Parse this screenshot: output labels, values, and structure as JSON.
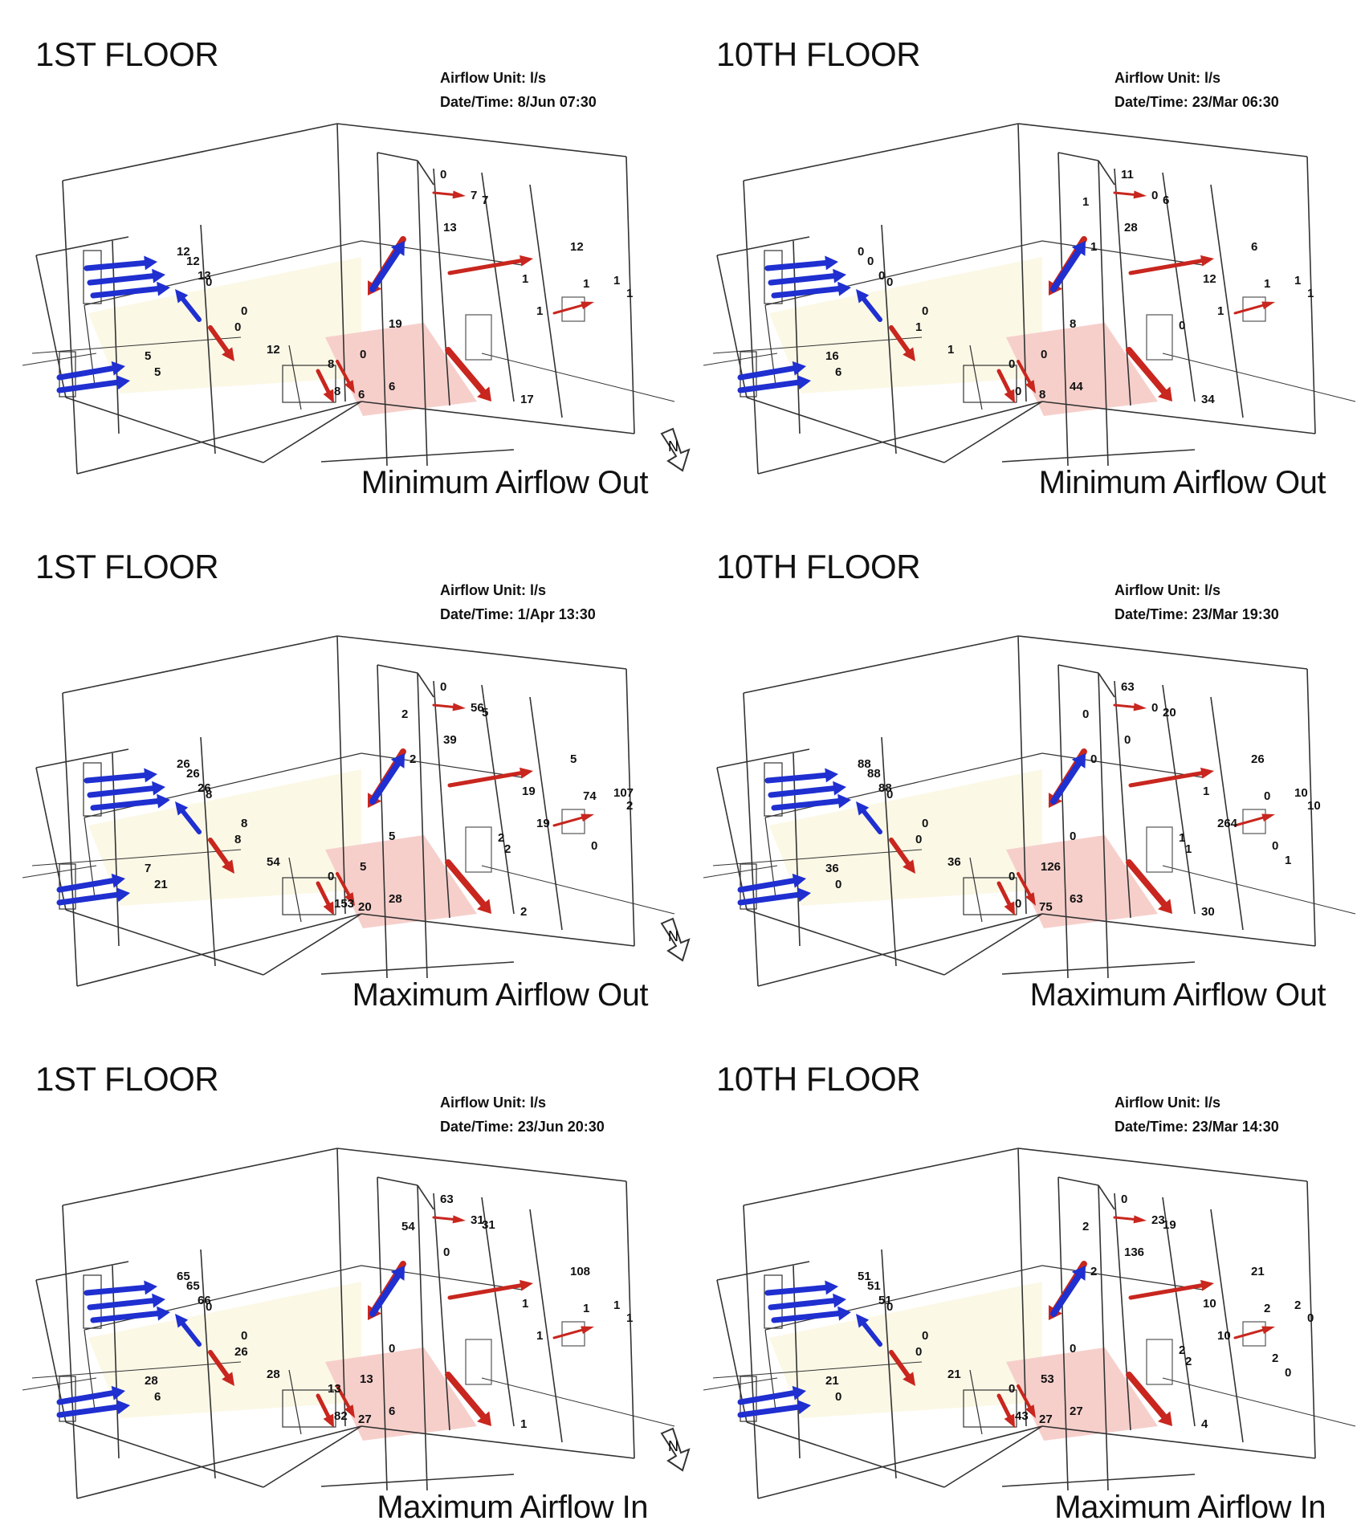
{
  "airflow_unit_label": "Airflow Unit: l/s",
  "north_label": "N",
  "panels": [
    {
      "floor": "1ST FLOOR",
      "datetime": "Date/Time: 8/Jun 07:30",
      "scenario": "Minimum Airflow Out",
      "labels": [
        "12",
        "12",
        "13",
        "0",
        "0",
        "0",
        "12",
        "5",
        "5",
        "8",
        "0",
        "19",
        "8",
        "6",
        "6",
        "0",
        "13",
        "7",
        "7",
        "12",
        "1",
        "1",
        "1",
        "1",
        "1",
        "17"
      ]
    },
    {
      "floor": "10TH FLOOR",
      "datetime": "Date/Time: 23/Mar 06:30",
      "scenario": "Minimum Airflow Out",
      "labels": [
        "0",
        "0",
        "0",
        "0",
        "0",
        "1",
        "1",
        "16",
        "6",
        "0",
        "0",
        "8",
        "0",
        "8",
        "44",
        "11",
        "28",
        "0",
        "6",
        "6",
        "12",
        "1",
        "1",
        "1",
        "1",
        "34",
        "1",
        "1",
        "0"
      ]
    },
    {
      "floor": "1ST FLOOR",
      "datetime": "Date/Time: 1/Apr 13:30",
      "scenario": "Maximum Airflow Out",
      "labels": [
        "26",
        "26",
        "26",
        "8",
        "8",
        "8",
        "54",
        "7",
        "21",
        "0",
        "5",
        "5",
        "153",
        "20",
        "28",
        "0",
        "39",
        "56",
        "5",
        "5",
        "19",
        "19",
        "74",
        "107",
        "2",
        "2",
        "2",
        "2",
        "2",
        "2",
        "0"
      ]
    },
    {
      "floor": "10TH FLOOR",
      "datetime": "Date/Time: 23/Mar 19:30",
      "scenario": "Maximum Airflow Out",
      "labels": [
        "88",
        "88",
        "88",
        "0",
        "0",
        "0",
        "36",
        "36",
        "0",
        "0",
        "126",
        "0",
        "0",
        "75",
        "63",
        "63",
        "0",
        "0",
        "20",
        "26",
        "1",
        "264",
        "0",
        "10",
        "10",
        "30",
        "0",
        "0",
        "1",
        "1",
        "0",
        "1"
      ]
    },
    {
      "floor": "1ST FLOOR",
      "datetime": "Date/Time: 23/Jun 20:30",
      "scenario": "Maximum Airflow In",
      "labels": [
        "65",
        "65",
        "66",
        "0",
        "0",
        "26",
        "28",
        "28",
        "6",
        "13",
        "13",
        "0",
        "82",
        "27",
        "6",
        "63",
        "0",
        "31",
        "31",
        "108",
        "1",
        "1",
        "1",
        "1",
        "1",
        "1",
        "54"
      ]
    },
    {
      "floor": "10TH FLOOR",
      "datetime": "Date/Time: 23/Mar 14:30",
      "scenario": "Maximum Airflow In",
      "labels": [
        "51",
        "51",
        "51",
        "0",
        "0",
        "0",
        "21",
        "21",
        "0",
        "0",
        "53",
        "0",
        "43",
        "27",
        "27",
        "0",
        "136",
        "23",
        "19",
        "21",
        "10",
        "10",
        "2",
        "2",
        "0",
        "4",
        "2",
        "2",
        "2",
        "2",
        "2",
        "0"
      ]
    }
  ]
}
